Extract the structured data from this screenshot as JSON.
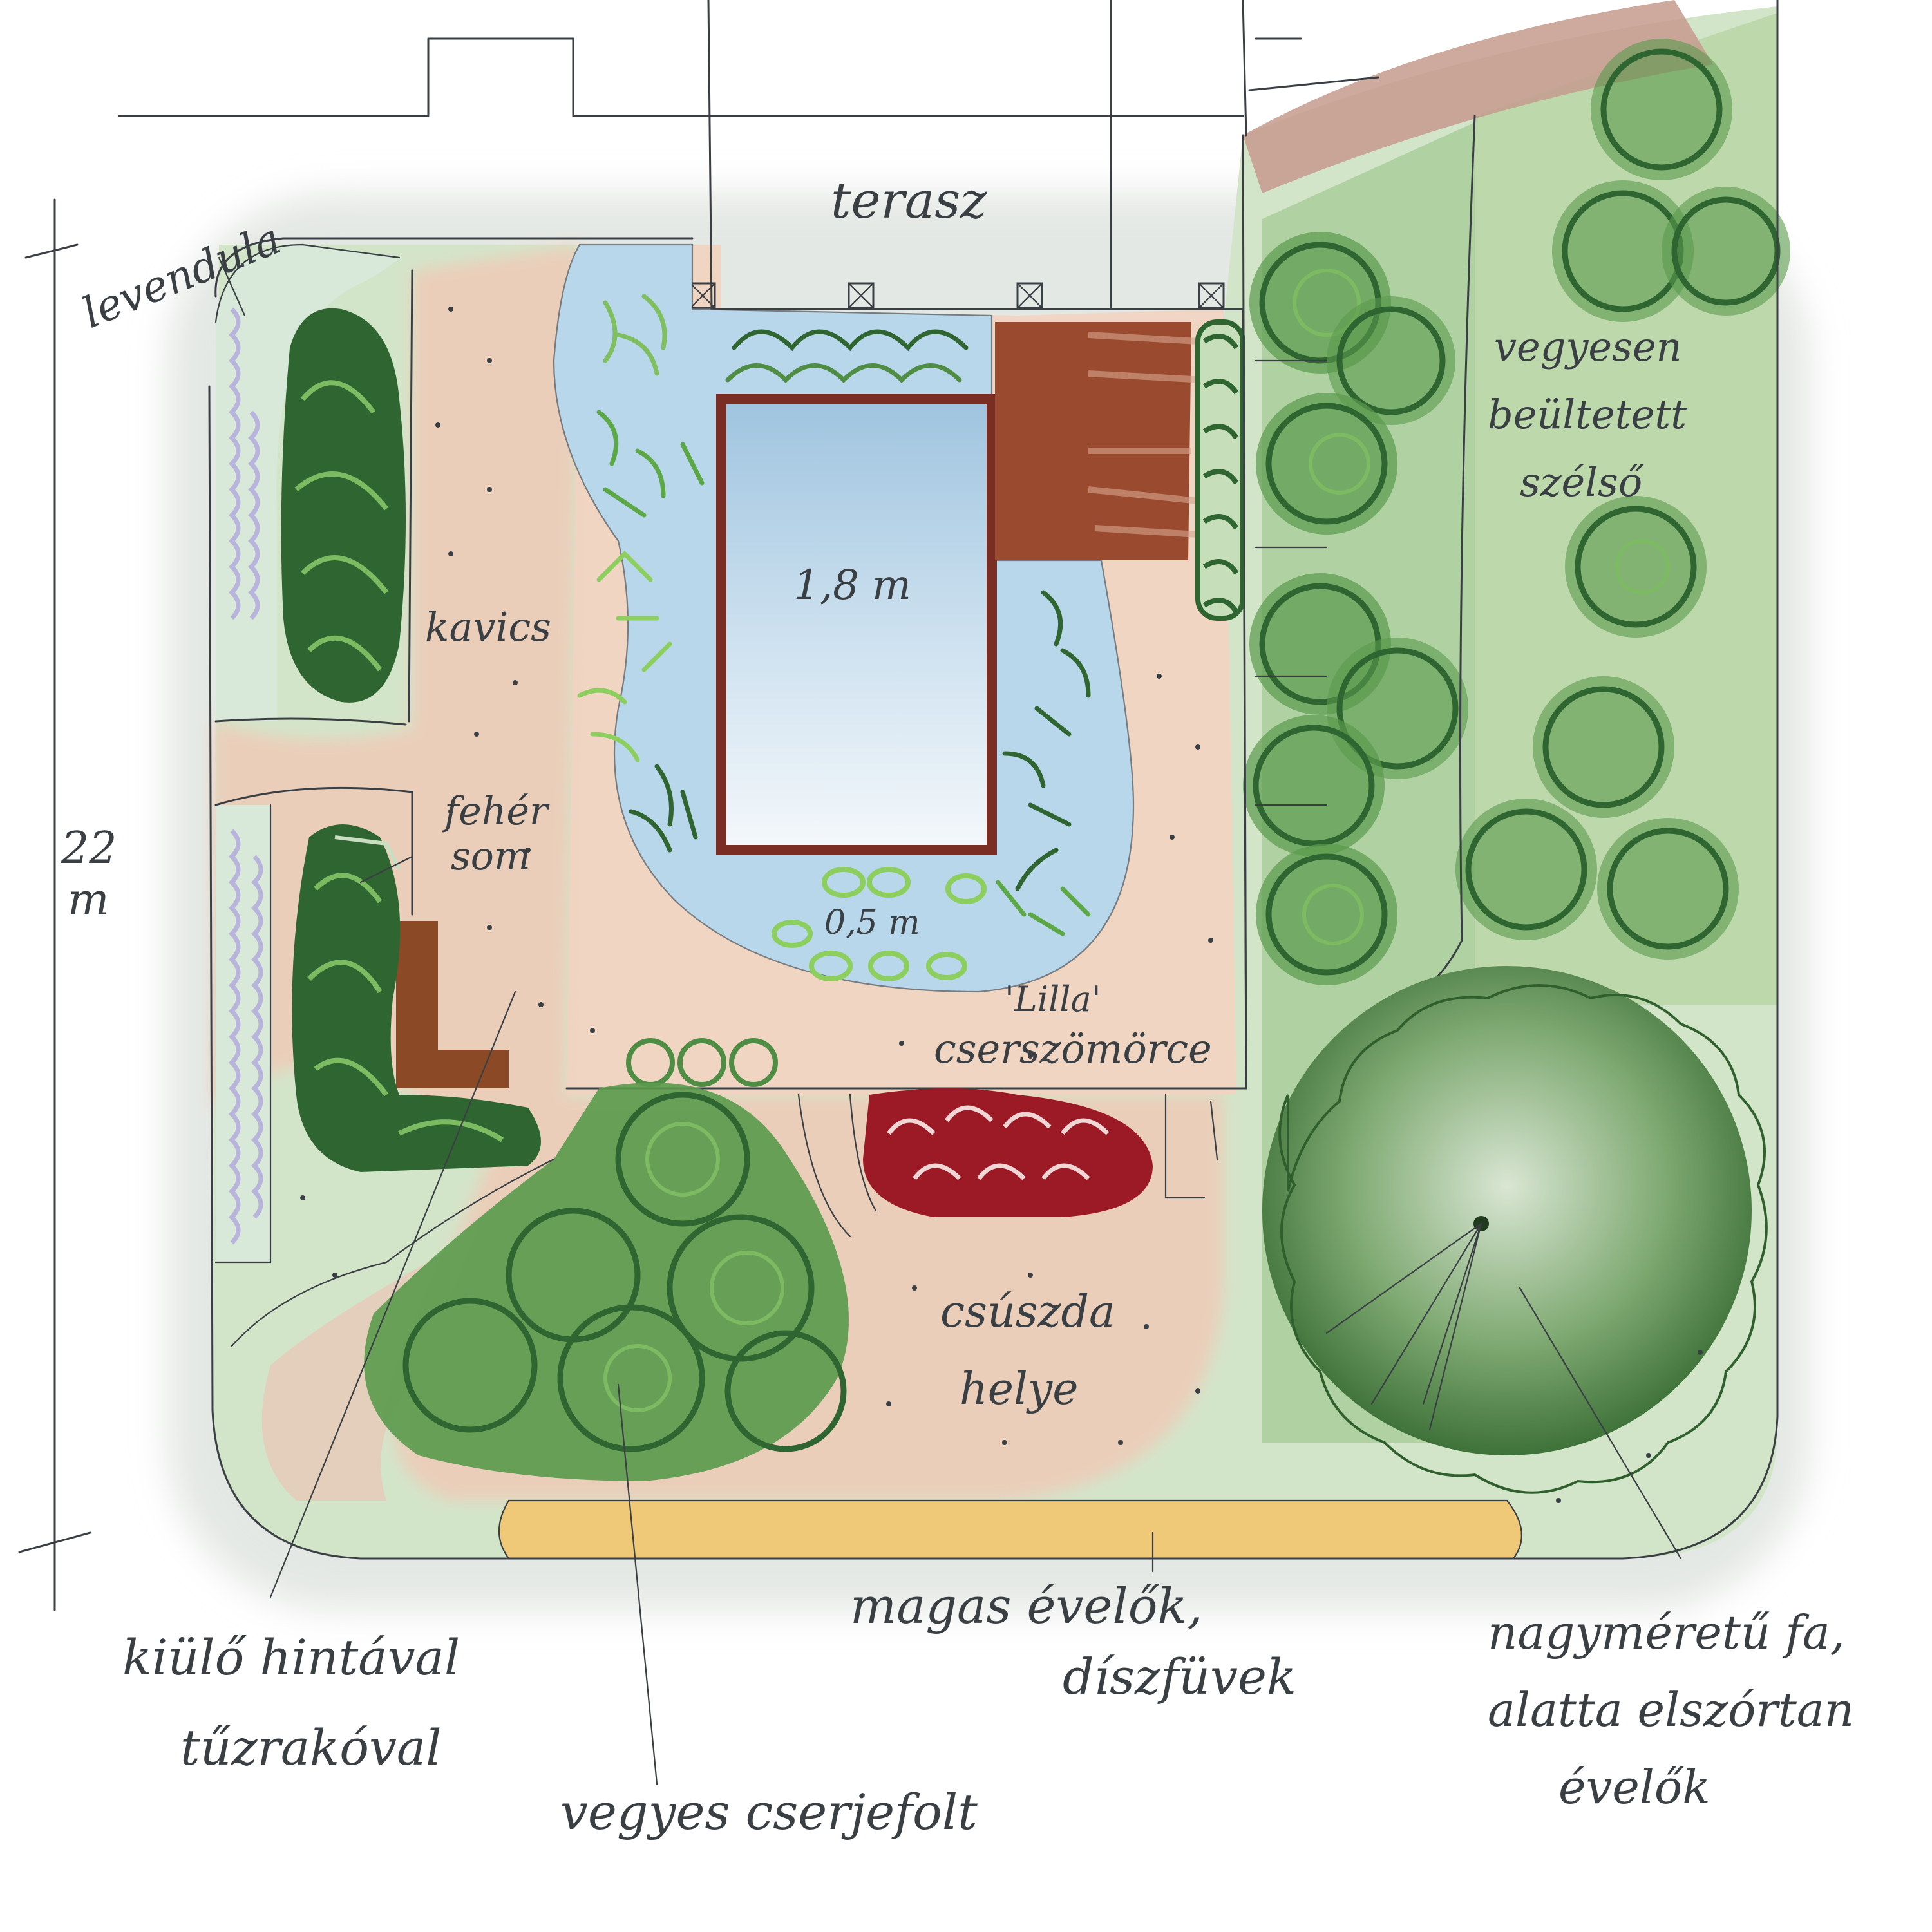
{
  "labels": {
    "terrace": "terasz",
    "lavender": "levendula",
    "gravel": "kavics",
    "dogwood_line1": "fehér",
    "dogwood_line2": "som",
    "pool_depth": "1,8 m",
    "shallow_depth": "0,5 m",
    "dimension_value": "22",
    "dimension_unit": "m",
    "mixed_raspberry_line1": "vegyesen",
    "mixed_raspberry_line2": "beültetett",
    "mixed_raspberry_line3": "szélső",
    "cotoneaster_line1": "'Lilla'",
    "cotoneaster_line2": "cserszömörce",
    "slide_line1": "csúszda",
    "slide_line2": "helye",
    "firepit_line1": "kiülő hintával",
    "firepit_line2": "tűzrakóval",
    "tall_perennials_line1": "magas évelők,",
    "tall_perennials_line2": "díszfüvek",
    "big_tree_line1": "nagyméretű fa,",
    "big_tree_line2": "alatta elszórtan",
    "big_tree_line3": "évelők",
    "berry_patch": "vegyes cserjefolt"
  },
  "colors": {
    "lawn": "#cfe3c4",
    "lawn_dark": "#a9cc98",
    "gravel_path": "#efc9b6",
    "water": "#b7d6ea",
    "pool": "#dde8f3",
    "wood": "#9a4a2e",
    "hedge": "#2f6530",
    "shrub": "#5a9a4c",
    "lavender": "#b9b4dc",
    "cotinus": "#9b1a25",
    "tall_perennial_bed": "#f5c46a",
    "tree_canopy": "#5a8d55"
  }
}
